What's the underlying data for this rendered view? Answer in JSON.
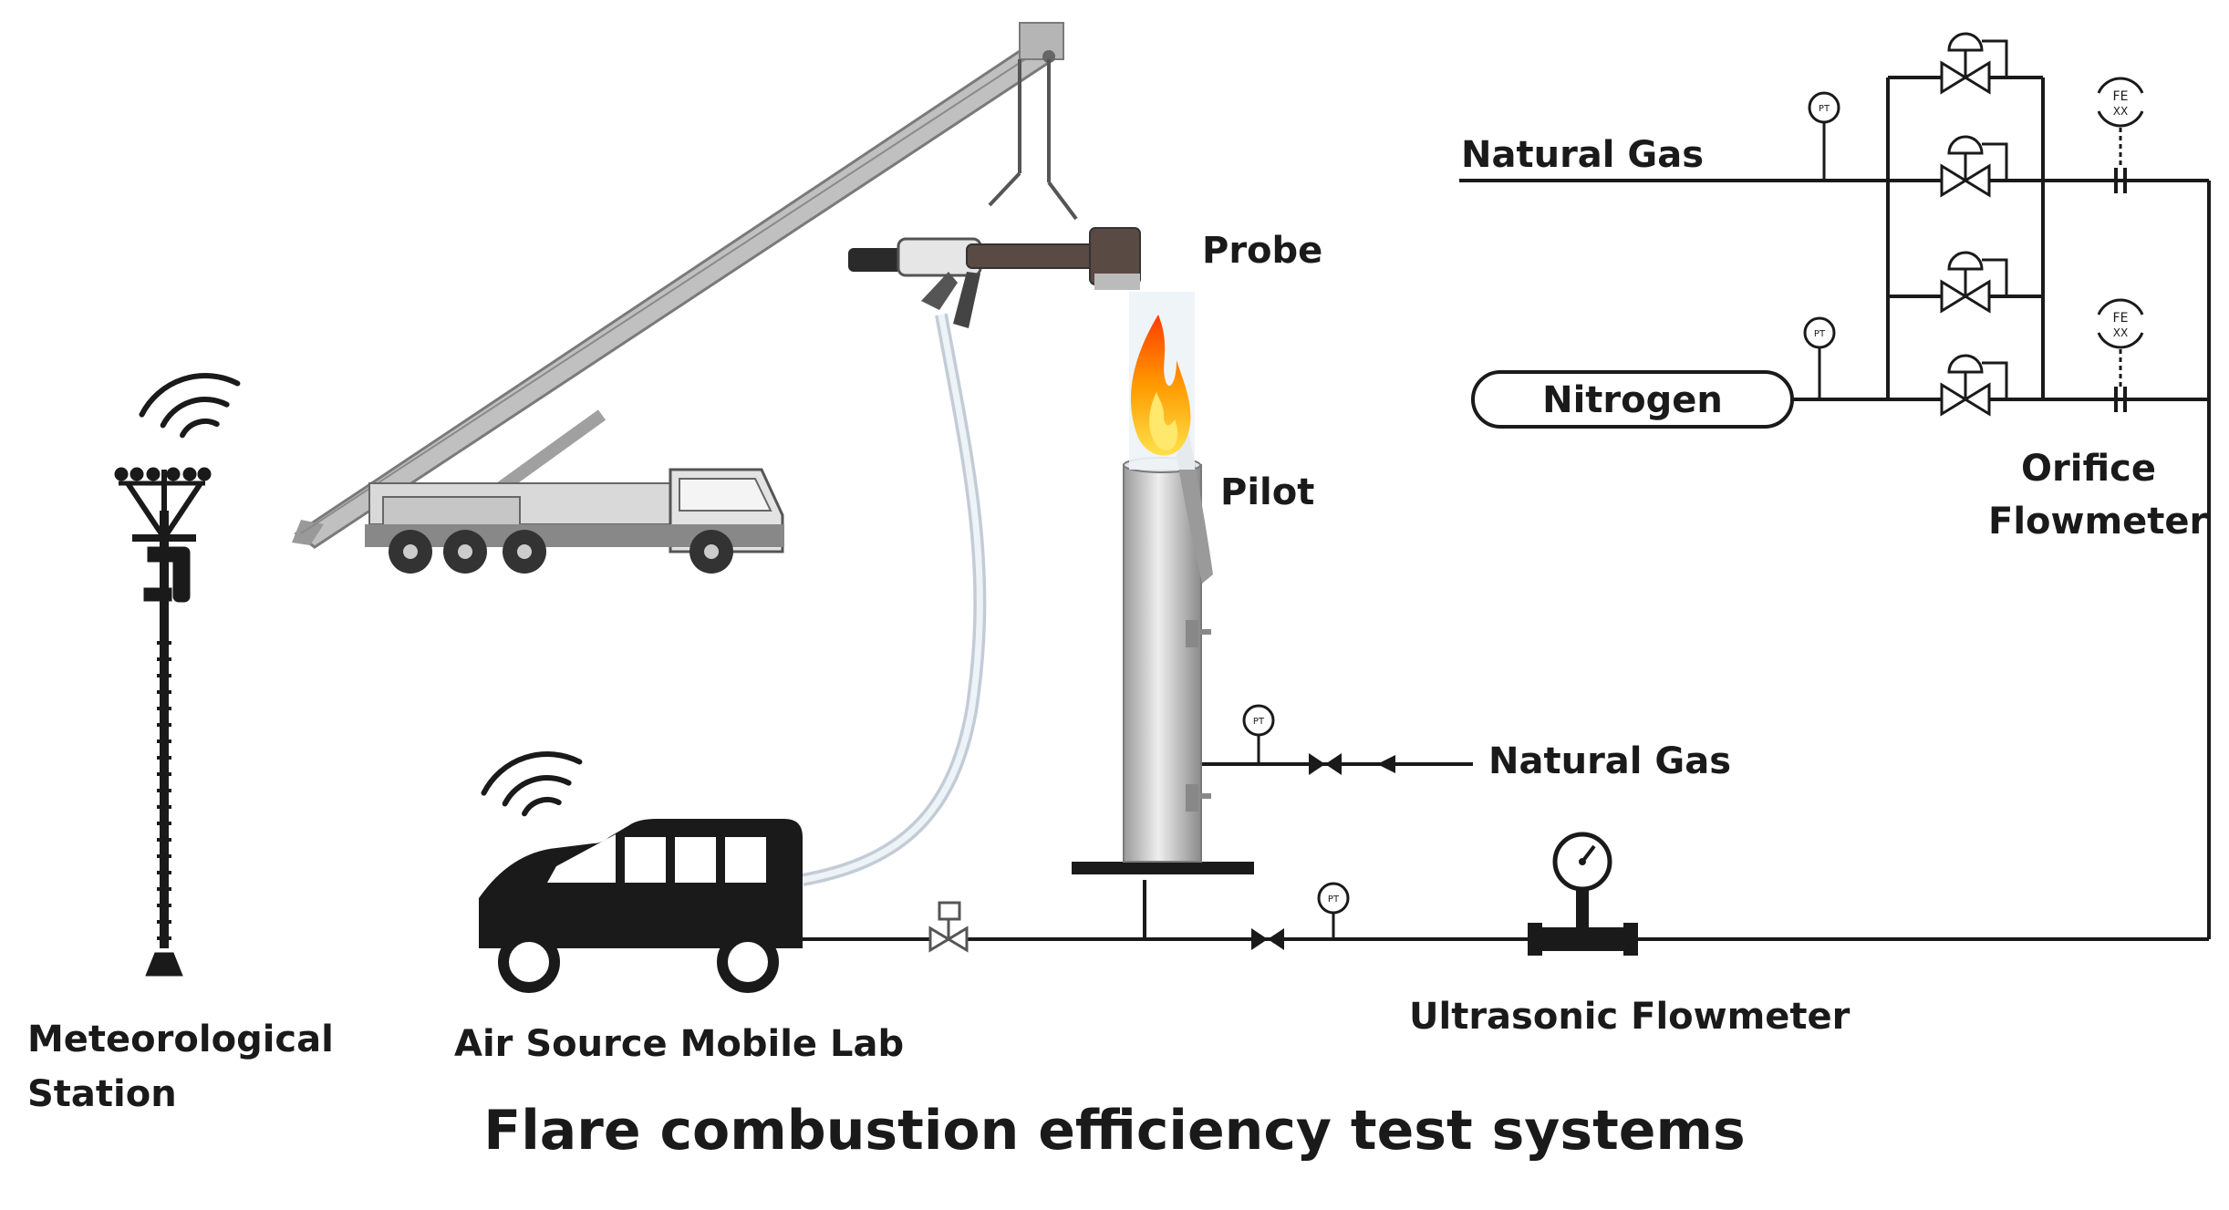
{
  "title": "Flare combustion efficiency test systems",
  "labels": {
    "natural_gas_top": "Natural Gas",
    "nitrogen": "Nitrogen",
    "orifice_flowmeter_line1": "Orifice",
    "orifice_flowmeter_line2": "Flowmeter",
    "probe": "Probe",
    "pilot": "Pilot",
    "natural_gas_bottom": "Natural Gas",
    "ultrasonic_flowmeter": "Ultrasonic Flowmeter",
    "meteorological_station_line1": "Meteorological",
    "meteorological_station_line2": "Station",
    "mobile_lab": "Air Source Mobile Lab"
  },
  "instrument_tags": {
    "pressure": "PT",
    "flow_element": "FE",
    "flow_element_id": "XX"
  },
  "colors": {
    "line": "#1a1a1a",
    "crane": "#b8b8b8",
    "stack": "#d6d6d6",
    "hose": "#dfe6ee",
    "flame_outer": "#ff6a00",
    "flame_inner": "#ffd200"
  }
}
